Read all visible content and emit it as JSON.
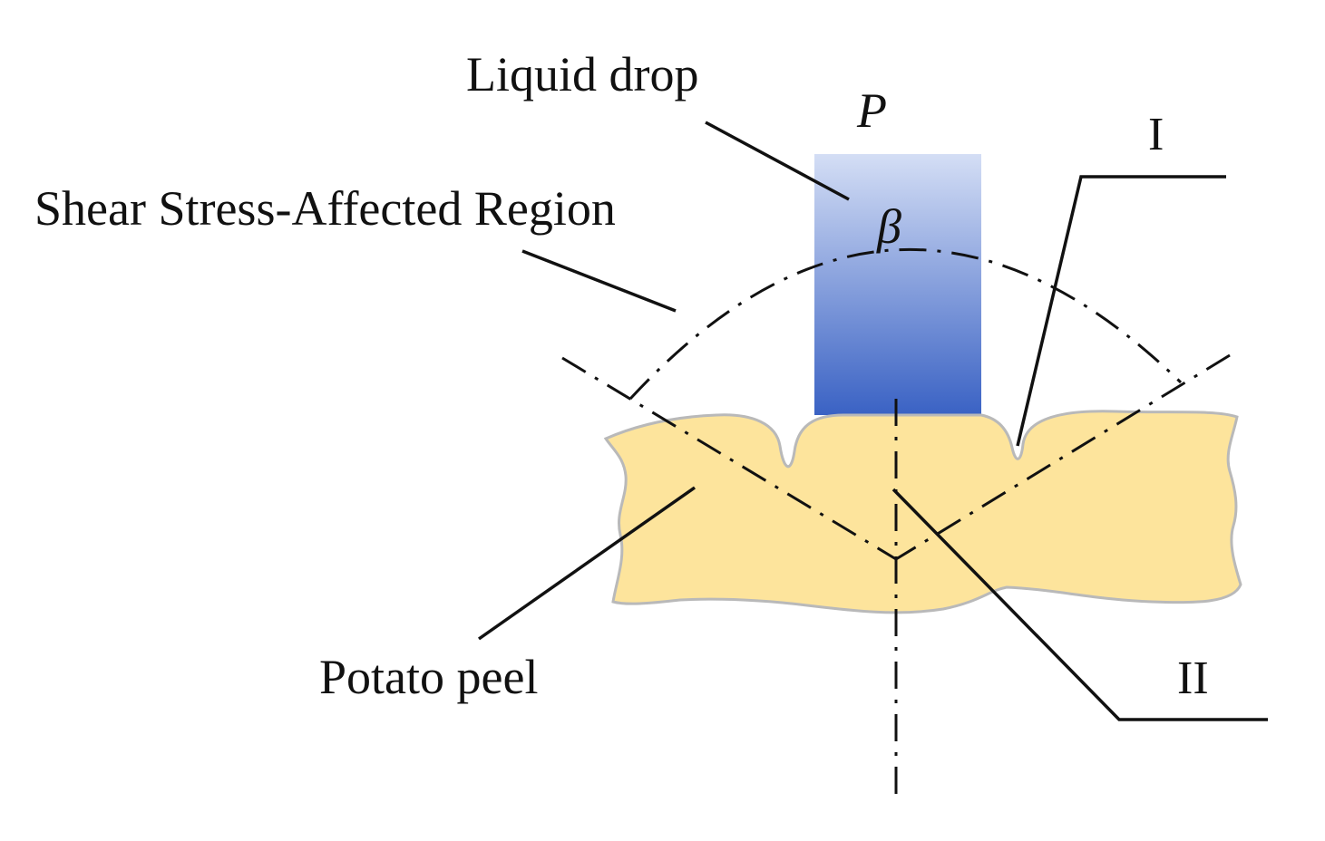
{
  "labels": {
    "liquid_drop": "Liquid drop",
    "pressure": "P",
    "angle": "β",
    "shear_region": "Shear Stress-Affected Region",
    "potato_peel": "Potato peel",
    "region_one": "I",
    "region_two": "II"
  },
  "colors": {
    "drop_top": "#d4def5",
    "drop_bottom": "#3a62c4",
    "peel_fill": "#fde49c",
    "peel_outline": "#b9b9b9",
    "line": "#111111"
  }
}
